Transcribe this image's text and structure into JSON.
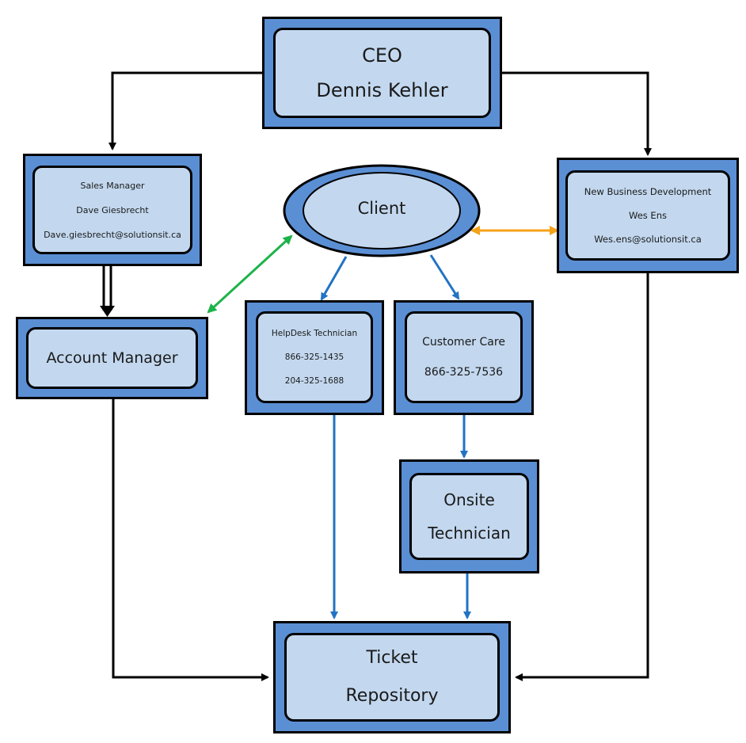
{
  "ceo": {
    "title": "CEO",
    "name": "Dennis Kehler"
  },
  "sales": {
    "title": "Sales Manager",
    "name": "Dave Giesbrecht",
    "email": "Dave.giesbrecht@solutionsit.ca"
  },
  "client": {
    "label": "Client"
  },
  "newbiz": {
    "title": "New Business Development",
    "name": "Wes Ens",
    "email": "Wes.ens@solutionsit.ca"
  },
  "account": {
    "label": "Account Manager"
  },
  "helpdesk": {
    "title": "HelpDesk Technician",
    "phone1": "866-325-1435",
    "phone2": "204-325-1688"
  },
  "care": {
    "title": "Customer Care",
    "phone": "866-325-7536"
  },
  "onsite": {
    "line1": "Onsite",
    "line2": "Technician"
  },
  "ticket": {
    "line1": "Ticket",
    "line2": "Repository"
  },
  "colors": {
    "box_outer": "#5b8fd4",
    "box_inner": "#c3d8ef",
    "arrow_black": "#000000",
    "arrow_blue": "#2273c3",
    "arrow_green": "#1db34a",
    "arrow_orange": "#f4a21a"
  }
}
